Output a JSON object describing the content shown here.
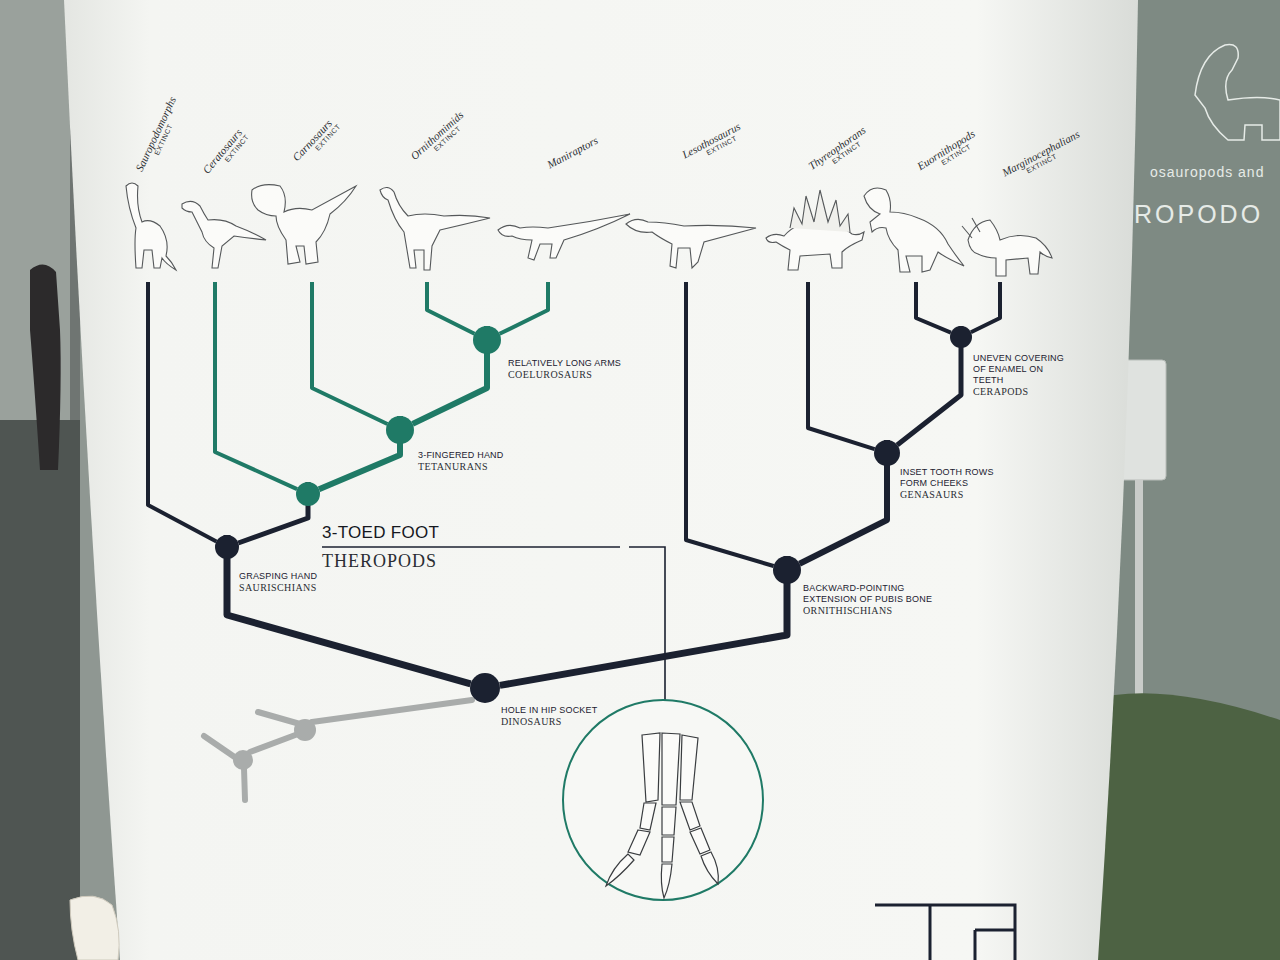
{
  "diagram": {
    "nodes": [
      {
        "text": [
          "Sauropodomorphs",
          "EXTINCT"
        ]
      },
      {
        "text": [
          "Ceratosaurs",
          "EXTINCT"
        ]
      },
      {
        "text": [
          "Carnosaurs",
          "EXTINCT"
        ]
      },
      {
        "text": [
          "Ornithomimids",
          "EXTINCT"
        ]
      },
      {
        "text": [
          "Maniraptors"
        ]
      },
      {
        "text": [
          "Lesothosaurus",
          "EXTINCT"
        ]
      },
      {
        "text": [
          "Thyreophorans",
          "EXTINCT"
        ]
      },
      {
        "text": [
          "Euornithopods",
          "EXTINCT"
        ]
      },
      {
        "text": [
          "Marginocephalians",
          "EXTINCT"
        ]
      },
      {
        "text": [
          "RELATIVELY LONG ARMS",
          "COELUROSAURS"
        ]
      },
      {
        "text": [
          "UNEVEN COVERING OF ENAMEL ON TEETH",
          "CERAPODS"
        ]
      },
      {
        "text": [
          "3-FINGERED HAND",
          "TETANURANS"
        ]
      },
      {
        "text": [
          "INSET TOOTH ROWS FORM CHEEKS",
          "GENASAURS"
        ]
      },
      {
        "text": [
          "3-TOED FOOT",
          "THEROPODS"
        ]
      },
      {
        "text": [
          "GRASPING HAND",
          "SAURISCHIANS"
        ]
      },
      {
        "text": [
          "BACKWARD-POINTING EXTENSION OF PUBIS BONE",
          "ORNITHISCHIANS"
        ]
      },
      {
        "text": [
          "HOLE IN HIP SOCKET",
          "DINOSAURS"
        ]
      }
    ],
    "edges": [
      {
        "from": 16,
        "to": 14,
        "arrow": "none"
      },
      {
        "from": 16,
        "to": 15,
        "arrow": "none"
      },
      {
        "from": 14,
        "to": 0,
        "arrow": "none"
      },
      {
        "from": 14,
        "to": 13,
        "arrow": "none"
      },
      {
        "from": 13,
        "to": 1,
        "arrow": "none"
      },
      {
        "from": 13,
        "to": 11,
        "arrow": "none"
      },
      {
        "from": 11,
        "to": 2,
        "arrow": "none"
      },
      {
        "from": 11,
        "to": 9,
        "arrow": "none"
      },
      {
        "from": 9,
        "to": 3,
        "arrow": "none"
      },
      {
        "from": 9,
        "to": 4,
        "arrow": "none"
      },
      {
        "from": 15,
        "to": 5,
        "arrow": "none"
      },
      {
        "from": 15,
        "to": 12,
        "arrow": "none"
      },
      {
        "from": 12,
        "to": 6,
        "arrow": "none"
      },
      {
        "from": 12,
        "to": 10,
        "arrow": "none"
      },
      {
        "from": 10,
        "to": 7,
        "arrow": "none"
      },
      {
        "from": 10,
        "to": 8,
        "arrow": "none"
      }
    ],
    "labels": [
      "osauropods and",
      "ROPODO"
    ]
  }
}
